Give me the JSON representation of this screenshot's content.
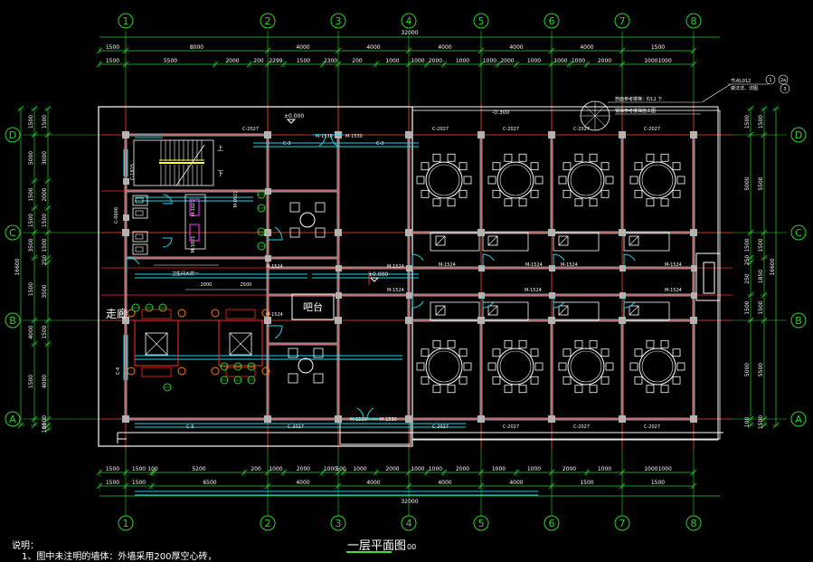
{
  "grid": {
    "columns": [
      "1",
      "2",
      "3",
      "4",
      "5",
      "6",
      "7",
      "8"
    ],
    "rows": [
      "D",
      "C",
      "B",
      "A"
    ]
  },
  "dimensions": {
    "total_width": "32000",
    "top_mid": [
      "1500",
      "8000",
      "4000",
      "4000",
      "4000",
      "4000",
      "4000",
      "1500"
    ],
    "top_inner": [
      "1500",
      "5500",
      "2000",
      "200",
      "2299",
      "1500",
      "2300",
      "200",
      "1000",
      "1000",
      "2000",
      "1000",
      "1000",
      "2000",
      "1000",
      "1000",
      "1000",
      "2000",
      "10001000"
    ],
    "bottom_inner": [
      "1500",
      "1500",
      "100",
      "5200",
      "200",
      "1000",
      "2000",
      "1000",
      "500",
      "1000",
      "2000",
      "1000",
      "1000",
      "2000",
      "1000",
      "1000",
      "2000",
      "1000",
      "10001000"
    ],
    "bottom_mid": [
      "1500",
      "1500",
      "6500",
      "4000",
      "4000",
      "4000",
      "4000",
      "1500"
    ],
    "left_total": "16600",
    "left_outer": [
      "1500",
      "5000",
      "1500",
      "1500",
      "3500",
      "1500",
      "4000",
      "1500"
    ],
    "left_inner": [
      "1500",
      "3000",
      "2000",
      "1500",
      "1500",
      "250",
      "3500",
      "1500",
      "4000",
      "1500",
      "100"
    ],
    "right_outer": [
      "1500",
      "5500",
      "1500",
      "1850",
      "1500",
      "5500",
      "1500"
    ],
    "right_inner": [
      "1500",
      "5000",
      "1500",
      "250",
      "250",
      "1500",
      "5000",
      "100"
    ]
  },
  "labels": {
    "level_top": "±0.000",
    "level_mid": "±0.000",
    "level_left_top": "-0.300",
    "stair_up": "上",
    "stair_down": "下",
    "corridor": "走廊",
    "bar": "吧台",
    "toilet_note": "卫生间大样一",
    "toilet_dims": [
      "2000",
      "2500"
    ],
    "stair_note_1": "剖面参考楼梯：E/L1  下",
    "stair_note_2": "钢梯参考楼梯施工图",
    "legend_ref": "节点L012",
    "legend_ref2": "做法详、详图",
    "legend_nums": [
      "1",
      "2a",
      "3"
    ]
  },
  "doors": {
    "m1530_a": "M-1530",
    "m1530_b": "M-1530",
    "m1530_c": "M-1530",
    "m1530_d": "M-1530",
    "m1524_list": [
      "M-1524",
      "M-1524",
      "M-1524",
      "M-1524",
      "M-1524",
      "M-1524",
      "M-1524",
      "M-1524",
      "M-1524",
      "M-1524"
    ],
    "m0921": "M-0921",
    "m1021": "M-1021",
    "m1021b": "M-1021"
  },
  "windows": {
    "c2027": "C-2027",
    "c3": "C-3",
    "c5": "C-5",
    "c4": "C-4",
    "c1815": "C-1815",
    "c0606": "C-0606"
  },
  "notes": {
    "heading": "说明：",
    "line1": "1、图中未注明的墙体：外墙采用200厚空心砖，"
  },
  "title": {
    "main": "一层平面图",
    "scale": "00"
  }
}
